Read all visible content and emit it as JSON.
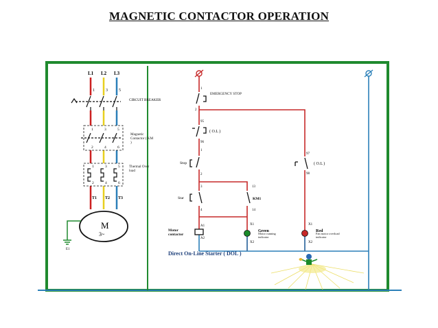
{
  "page": {
    "title": "MAGNETIC CONTACTOR OPERATION"
  },
  "diagram": {
    "phases": [
      "L1",
      "L2",
      "L3"
    ],
    "top_terminals": [
      "1",
      "3",
      "5"
    ],
    "circuit_breaker": "CIRCUIT BREAKER",
    "contactor_terminals": [
      "1",
      "3",
      "5",
      "2",
      "4",
      "6"
    ],
    "contactor_label": "Magnetic Contactor ( KM )",
    "overload_terminals": [
      "1",
      "3",
      "5",
      "2",
      "4",
      "6"
    ],
    "overload_label": "Thermal Over load",
    "motor_terminals": [
      "T1",
      "T2",
      "T3"
    ],
    "motor_symbol": "M",
    "motor_phase": "3~",
    "earth_label": "E1",
    "control": {
      "top_node": "1",
      "emergency_stop": "EMERGENCY STOP",
      "node2": "2",
      "node95": "95",
      "ol": "( O.L )",
      "node96": "96",
      "node1": "1",
      "stop": "Stop",
      "node2b": "2",
      "node3": "3",
      "start": "Star",
      "node4": "4",
      "node13": "13",
      "km1": "KM1",
      "node14": "14",
      "a1": "A1",
      "motor_contactor": "Motor contactor",
      "a2": "A2",
      "x1": "X1",
      "green": "Green",
      "green_desc": "Motor running indicator",
      "x2": "X2",
      "node97": "97",
      "ol2": "( O.L )",
      "node98": "98",
      "x1b": "X1",
      "red": "Red",
      "red_desc": "Fan motor overload indicator",
      "x2b": "X2"
    },
    "caption": "Direct On-Line Starter ( DOL )",
    "colors": {
      "frame": "#1f8a2e",
      "L1": "#cc1f1f",
      "L2": "#e8cf1e",
      "L3": "#2a7fb8",
      "control_red": "#c62828",
      "control_blue": "#2a7fb8",
      "green_lamp": "#1a8a2a",
      "red_lamp": "#c62828"
    }
  }
}
